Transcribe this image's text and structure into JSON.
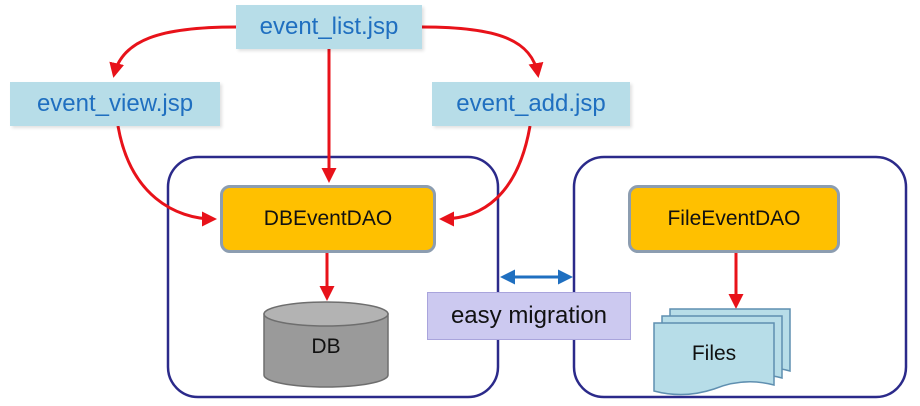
{
  "pages": {
    "event_list": "event_list.jsp",
    "event_view": "event_view.jsp",
    "event_add": "event_add.jsp"
  },
  "daos": {
    "db": "DBEventDAO",
    "file": "FileEventDAO"
  },
  "storage": {
    "db": "DB",
    "files": "Files"
  },
  "migration_label": "easy migration",
  "colors": {
    "arrow": "#e8121a",
    "migration_arrow": "#1f6fc0",
    "container_border": "#2b2a8a",
    "dao_fill": "#ffc000",
    "jsp_fill": "#b7dde8",
    "jsp_text": "#1f6fc0",
    "db_fill": "#9a9a9a",
    "files_fill": "#b7dde8",
    "migration_fill": "#ccc9f0"
  }
}
